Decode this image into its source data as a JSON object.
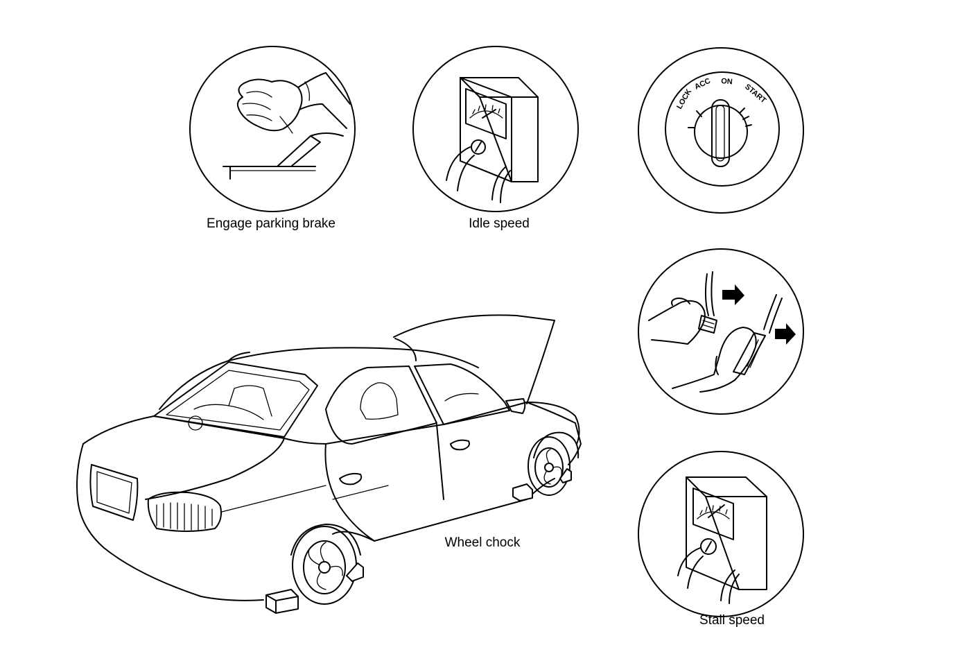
{
  "captions": {
    "parking_brake": "Engage parking brake",
    "idle_speed": "Idle speed",
    "wheel_chock": "Wheel chock",
    "stall_speed": "Stall speed"
  },
  "ignition_positions": {
    "lock": "LOCK",
    "acc": "ACC",
    "on": "ON",
    "start": "START"
  }
}
